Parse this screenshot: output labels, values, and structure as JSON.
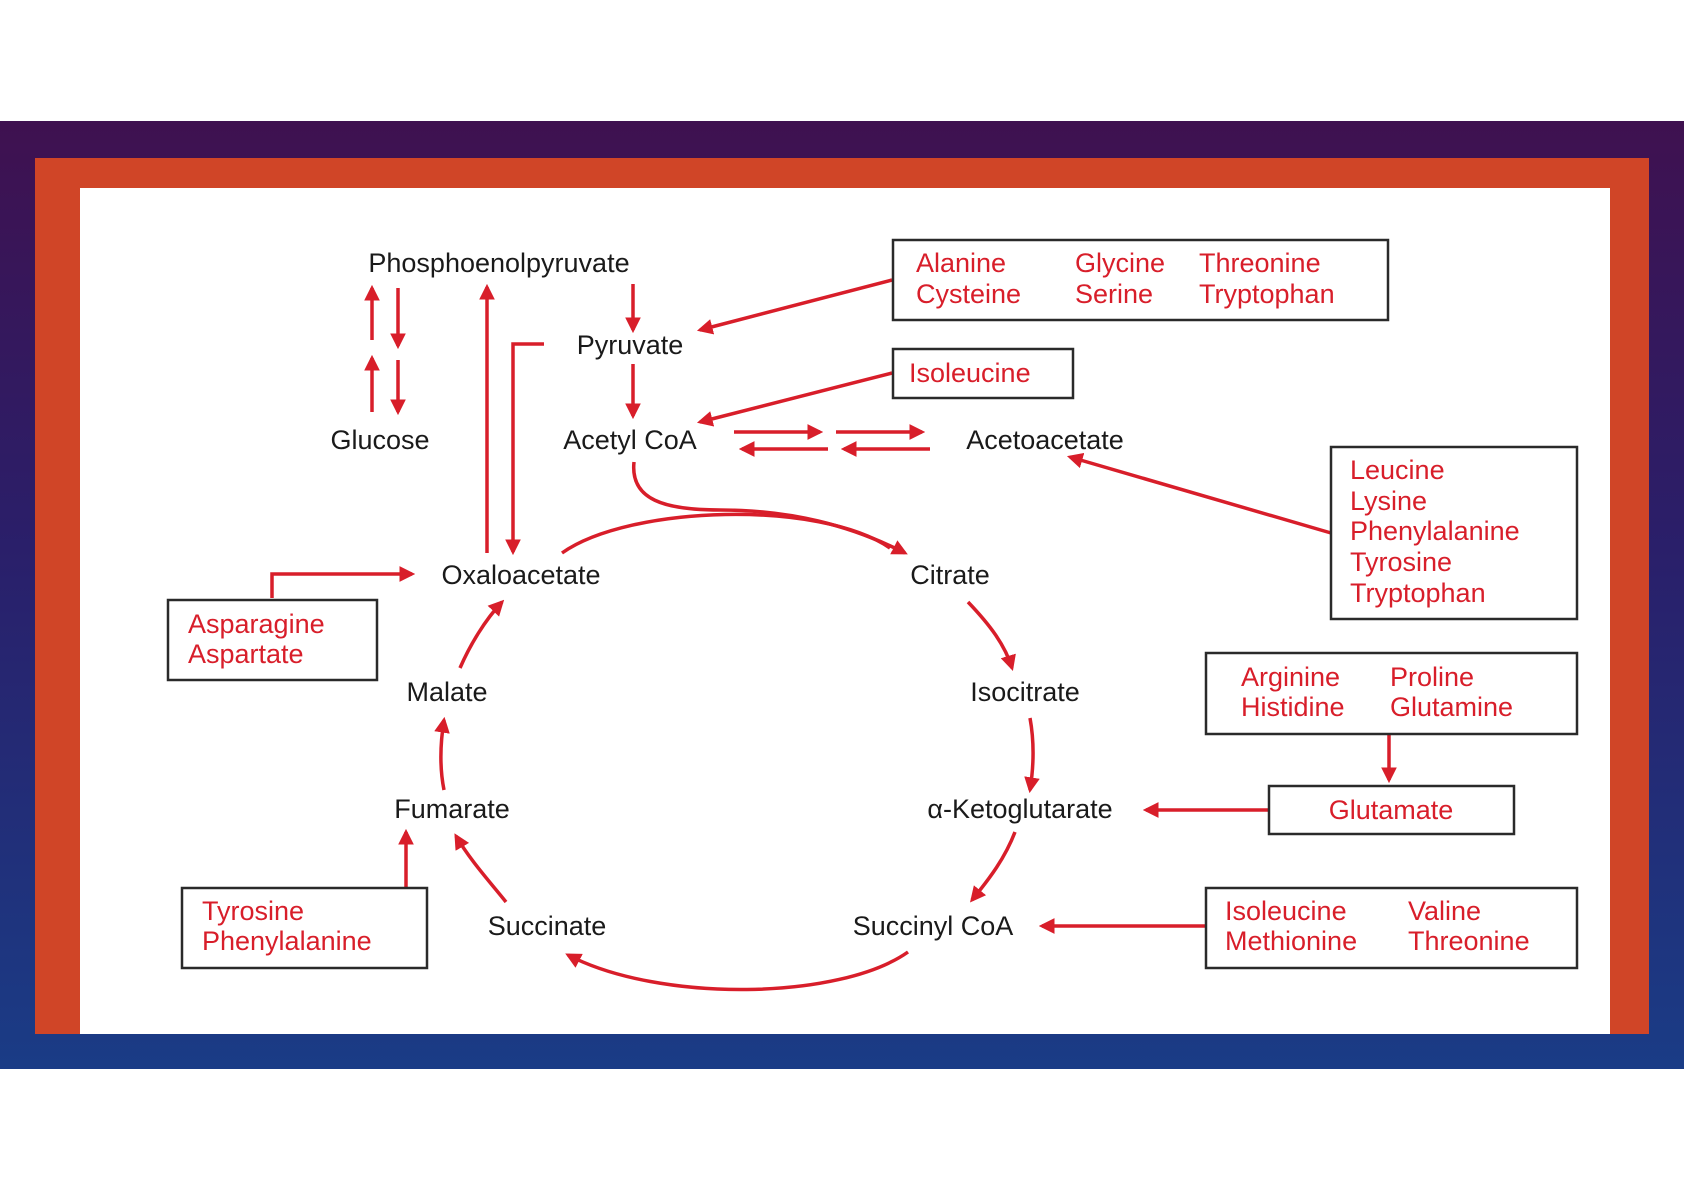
{
  "colors": {
    "pathway_red": "#d81e2a",
    "frame_orange": "#d04527",
    "background_top": "#3f1150",
    "background_bottom": "#1a3c86"
  },
  "diagram": {
    "metabolites": {
      "phosphoenolpyruvate": "Phosphoenolpyruvate",
      "pyruvate": "Pyruvate",
      "glucose": "Glucose",
      "acetyl_coa": "Acetyl CoA",
      "acetoacetate": "Acetoacetate",
      "oxaloacetate": "Oxaloacetate",
      "citrate": "Citrate",
      "malate": "Malate",
      "isocitrate": "Isocitrate",
      "fumarate": "Fumarate",
      "alpha_ketoglutarate": "α-Ketoglutarate",
      "succinate": "Succinate",
      "succinyl_coa": "Succinyl CoA"
    },
    "amino_acid_boxes": {
      "pyruvate_sources": [
        "Alanine",
        "Glycine",
        "Threonine",
        "Cysteine",
        "Serine",
        "Tryptophan"
      ],
      "acetyl_coa_sources": [
        "Isoleucine"
      ],
      "acetoacetate_sources": [
        "Leucine",
        "Lysine",
        "Phenylalanine",
        "Tyrosine",
        "Tryptophan"
      ],
      "oxaloacetate_sources": [
        "Asparagine",
        "Aspartate"
      ],
      "glutamate_sources": [
        "Arginine",
        "Proline",
        "Histidine",
        "Glutamine"
      ],
      "alpha_ketoglutarate_sources": [
        "Glutamate"
      ],
      "fumarate_sources": [
        "Tyrosine",
        "Phenylalanine"
      ],
      "succinyl_coa_sources": [
        "Isoleucine",
        "Valine",
        "Methionine",
        "Threonine"
      ]
    }
  }
}
